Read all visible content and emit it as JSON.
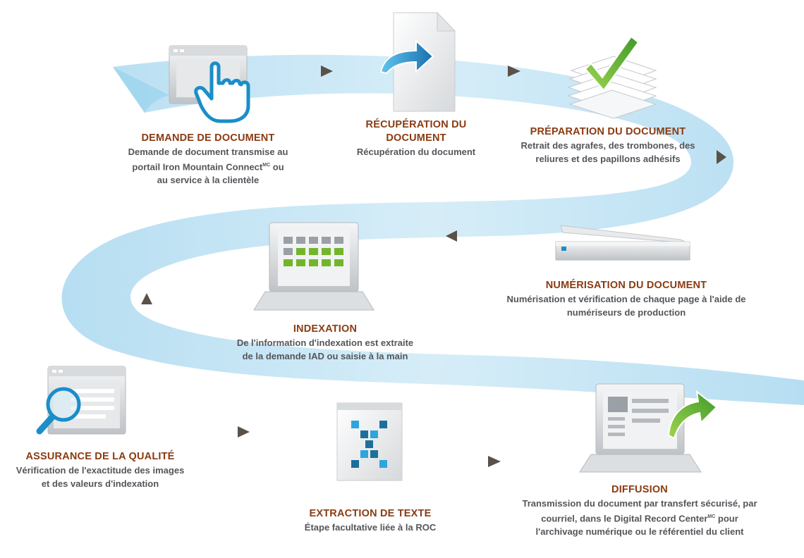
{
  "steps": [
    {
      "id": "demande",
      "title": "DEMANDE DE DOCUMENT",
      "desc_parts": [
        "Demande de document transmise au portail Iron Mountain Connect",
        "MC",
        " ou au service à la clientèle"
      ],
      "icon": "browser-hand-pointer-icon"
    },
    {
      "id": "recuperation",
      "title": "RÉCUPÉRATION DU DOCUMENT",
      "desc_parts": [
        "Récupération du document"
      ],
      "icon": "document-arrow-icon"
    },
    {
      "id": "preparation",
      "title": "PRÉPARATION DU DOCUMENT",
      "desc_parts": [
        "Retrait des agrafes, des trombones, des reliures et des papillons adhésifs"
      ],
      "icon": "paper-stack-checkmark-icon"
    },
    {
      "id": "numerisation",
      "title": "NUMÉRISATION DU DOCUMENT",
      "desc_parts": [
        "Numérisation et vérification de chaque page à l'aide de numériseurs de production"
      ],
      "icon": "scanner-icon"
    },
    {
      "id": "indexation",
      "title": "INDEXATION",
      "desc_parts": [
        "De l'information d'indexation est extraite de la demande IAD ou saisie à la main"
      ],
      "icon": "laptop-grid-icon"
    },
    {
      "id": "qualite",
      "title": "ASSURANCE DE LA QUALITÉ",
      "desc_parts": [
        "Vérification de l'exactitude des images et des valeurs d'indexation"
      ],
      "icon": "magnifier-window-icon"
    },
    {
      "id": "extraction",
      "title": "EXTRACTION DE TEXTE",
      "desc_parts": [
        "Étape facultative liée à la ROC"
      ],
      "icon": "ocr-document-icon"
    },
    {
      "id": "diffusion",
      "title": "DIFFUSION",
      "desc_parts": [
        "Transmission du document par transfert sécurisé, par courriel, dans le Digital Record Center",
        "MC",
        " pour l'archivage numérique ou le référentiel du client"
      ],
      "icon": "laptop-arrow-icon"
    }
  ],
  "colors": {
    "ribbon": "#bfe3f3",
    "title": "#8a3b12",
    "text": "#53565a",
    "arrow": "#5a5148",
    "accent_blue": "#1a8ec9",
    "accent_green": "#72b52b"
  }
}
